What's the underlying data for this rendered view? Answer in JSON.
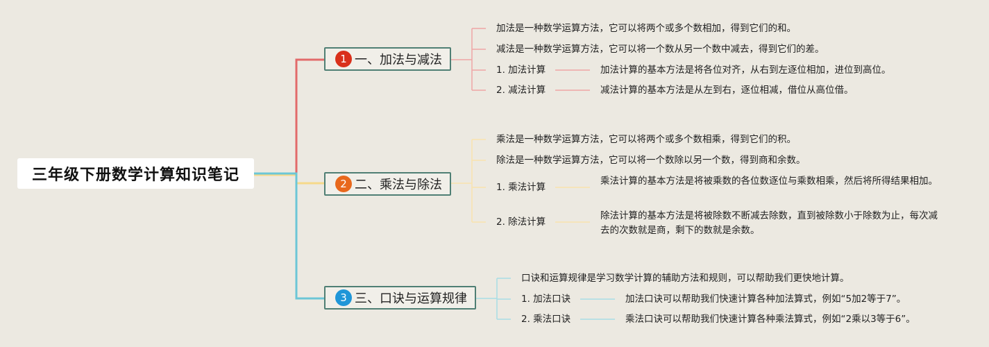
{
  "root": {
    "title": "三年级下册数学计算知识笔记"
  },
  "branches": [
    {
      "number": "1",
      "label": "一、加法与减法",
      "color": "#e26a6a",
      "badge_color": "#d9301b",
      "items": [
        "加法是一种数学运算方法，它可以将两个或多个数相加，得到它们的和。",
        "减法是一种数学运算方法，它可以将一个数从另一个数中减去，得到它们的差。"
      ],
      "subs": [
        {
          "label": "1. 加法计算",
          "detail": "加法计算的基本方法是将各位对齐，从右到左逐位相加，进位到高位。"
        },
        {
          "label": "2. 减法计算",
          "detail": "减法计算的基本方法是从左到右，逐位相减，借位从高位借。"
        }
      ]
    },
    {
      "number": "2",
      "label": "二、乘法与除法",
      "color": "#f6d98a",
      "badge_color": "#e8681c",
      "items": [
        "乘法是一种数学运算方法，它可以将两个或多个数相乘，得到它们的积。",
        "除法是一种数学运算方法，它可以将一个数除以另一个数，得到商和余数。"
      ],
      "subs": [
        {
          "label": "1. 乘法计算",
          "detail": "乘法计算的基本方法是将被乘数的各位数逐位与乘数相乘，然后将所得结果相加。"
        },
        {
          "label": "2. 除法计算",
          "detail": "除法计算的基本方法是将被除数不断减去除数，直到被除数小于除数为止，每次减去的次数就是商，剩下的数就是余数。"
        }
      ]
    },
    {
      "number": "3",
      "label": "三、口诀与运算规律",
      "color": "#6cc6d6",
      "badge_color": "#1f96d8",
      "items": [
        "口诀和运算规律是学习数学计算的辅助方法和规则，可以帮助我们更快地计算。"
      ],
      "subs": [
        {
          "label": "1. 加法口诀",
          "detail": "加法口诀可以帮助我们快速计算各种加法算式，例如“5加2等于7”。"
        },
        {
          "label": "2. 乘法口诀",
          "detail": "乘法口诀可以帮助我们快速计算各种乘法算式，例如“2乘以3等于6”。"
        }
      ]
    }
  ]
}
